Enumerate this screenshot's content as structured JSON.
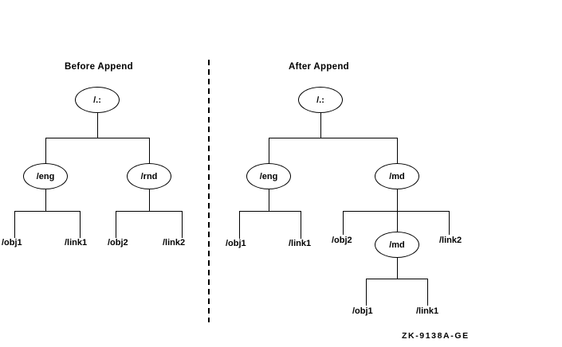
{
  "colors": {
    "line": "#000000",
    "background": "#ffffff",
    "text": "#000000"
  },
  "left_panel": {
    "title": "Before Append",
    "root_label": "/.:",
    "eng_label": "/eng",
    "rnd_label": "/rnd",
    "leaves": {
      "obj1": "/obj1",
      "link1": "/link1",
      "obj2": "/obj2",
      "link2": "/link2"
    }
  },
  "right_panel": {
    "title": "After Append",
    "root_label": "/.:",
    "eng_label": "/eng",
    "md_label": "/md",
    "inner_md_label": "/md",
    "leaves": {
      "obj1": "/obj1",
      "link1": "/link1",
      "obj2": "/obj2",
      "link2": "/link2",
      "inner_obj1": "/obj1",
      "inner_link1": "/link1"
    }
  },
  "caption": "ZK-9138A-GE"
}
